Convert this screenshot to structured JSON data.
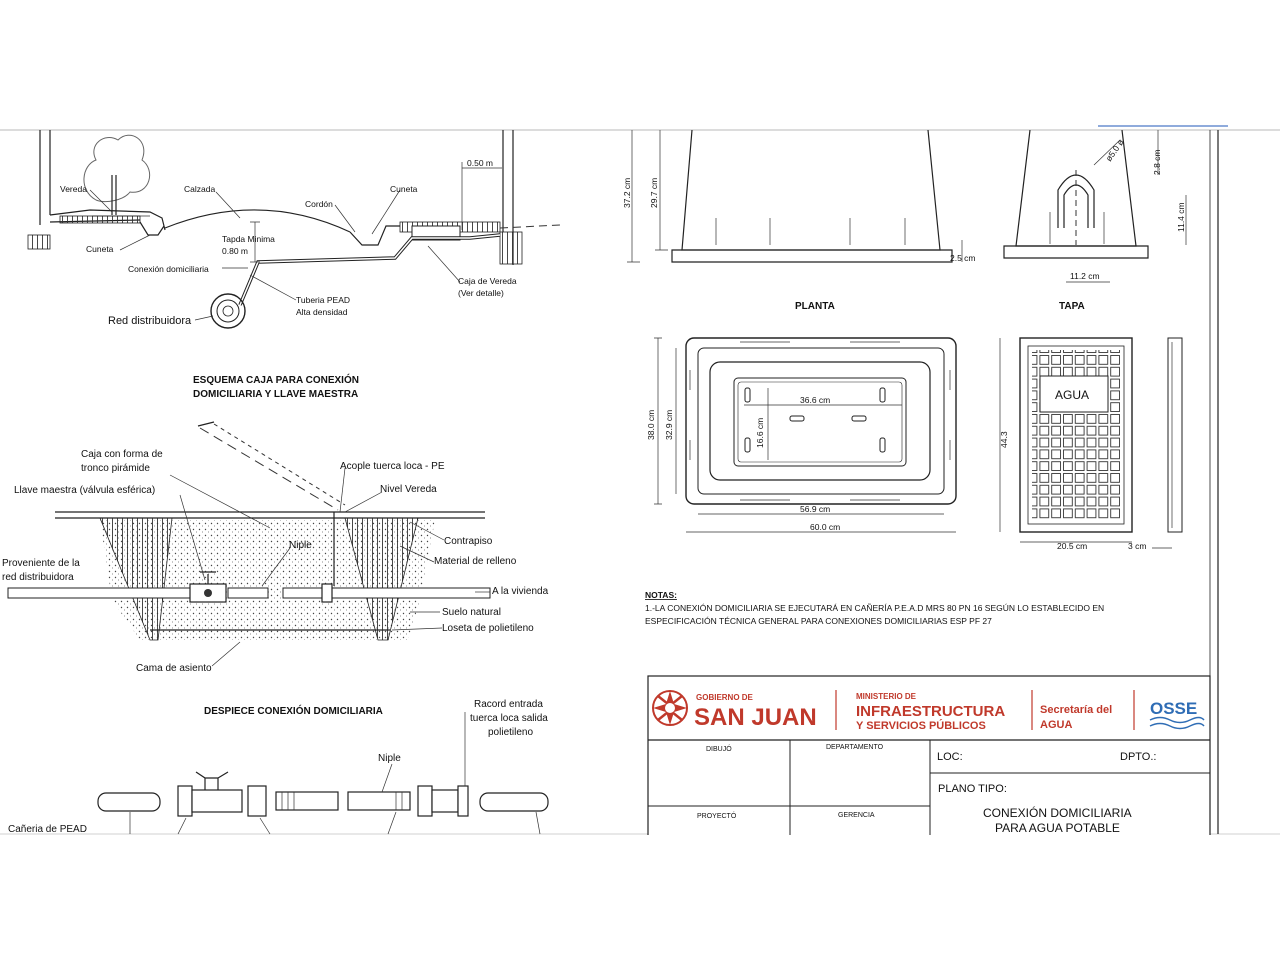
{
  "section_a": {
    "labels": {
      "vereda": "Vereda",
      "calzada": "Calzada",
      "cordon": "Cordón",
      "cuneta_right": "Cuneta",
      "cuneta_left": "Cuneta",
      "tapada_line1": "Tapda Minima",
      "tapada_line2": "0.80 m",
      "dim_050": "0.50 m",
      "conexion": "Conexión domiciliaria",
      "caja_line1": "Caja de Vereda",
      "caja_line2": "(Ver detalle)",
      "tuberia_line1": "Tuberia PEAD",
      "tuberia_line2": "Alta densidad",
      "red": "Red distribuidora"
    }
  },
  "section_b": {
    "title_line1": "ESQUEMA CAJA PARA CONEXIÓN",
    "title_line2": "DOMICILIARIA Y LLAVE MAESTRA",
    "labels": {
      "caja_line1": "Caja con forma de",
      "caja_line2": "tronco pirámide",
      "llave": "Llave maestra (válvula esférica)",
      "acople": "Acople tuerca loca - PE",
      "nivel": "Nivel Vereda",
      "niple": "Niple",
      "contrapiso": "Contrapiso",
      "relleno": "Material de relleno",
      "proveniente_line1": "Proveniente de la",
      "proveniente_line2": "red distribuidora",
      "vivienda": "A la vivienda",
      "suelo": "Suelo natural",
      "loseta": "Loseta de polietileno",
      "cama": "Cama de asiento"
    }
  },
  "section_c": {
    "title": "DESPIECE CONEXIÓN DOMICILIARIA",
    "labels": {
      "racord_line1": "Racord entrada",
      "racord_line2": "tuerca loca salida",
      "racord_line3": "polietileno",
      "niple": "Niple",
      "caneria": "Cañeria de PEAD"
    }
  },
  "right": {
    "dims": {
      "d372": "37.2 cm",
      "d297": "29.7 cm",
      "d25": "2.5 cm",
      "d28": "2.8 cm",
      "d114": "11.4 cm",
      "d112": "11.2 cm",
      "r": "ø5.0 ø",
      "d380": "38.0 cm",
      "d329": "32.9 cm",
      "d366": "36.6 cm",
      "d166": "16.6 cm",
      "d569": "56.9 cm",
      "d600": "60.0 cm",
      "d443": "44.3",
      "d205": "20.5 cm",
      "d3": "3 cm"
    },
    "planta": "PLANTA",
    "tapa": "TAPA",
    "agua": "AGUA",
    "notas_title": "NOTAS:",
    "nota_line1": "1.-LA CONEXIÓN DOMICILIARIA SE EJECUTARÁ EN CAÑERÍA P.E.A.D MRS 80 PN 16 SEGÚN LO ESTABLECIDO EN",
    "nota_line2": "ESPECIFICACIÓN TÉCNICA GENERAL PARA CONEXIONES DOMICILIARIAS ESP PF 27"
  },
  "title_block": {
    "gob_small": "GOBIERNO DE",
    "gob_big": "SAN JUAN",
    "min_line1": "MINISTERIO DE",
    "min_line2": "INFRAESTRUCTURA",
    "min_line3": "Y SERVICIOS PÚBLICOS",
    "sec_line1": "Secretaría del",
    "sec_line2": "AGUA",
    "osse": "OSSE",
    "dibujo": "DIBUJÓ",
    "departamento": "DEPARTAMENTO",
    "loc": "LOC:",
    "dpto": "DPTO.:",
    "plano_tipo": "PLANO TIPO:",
    "proyecto": "PROYECTÓ",
    "gerencia": "GERENCIA",
    "title_line1": "CONEXIÓN DOMICILIARIA",
    "title_line2": "PARA AGUA POTABLE"
  },
  "colors": {
    "brand_red": "#c0392b",
    "osse_blue": "#2f6db5",
    "ink": "#111111"
  }
}
